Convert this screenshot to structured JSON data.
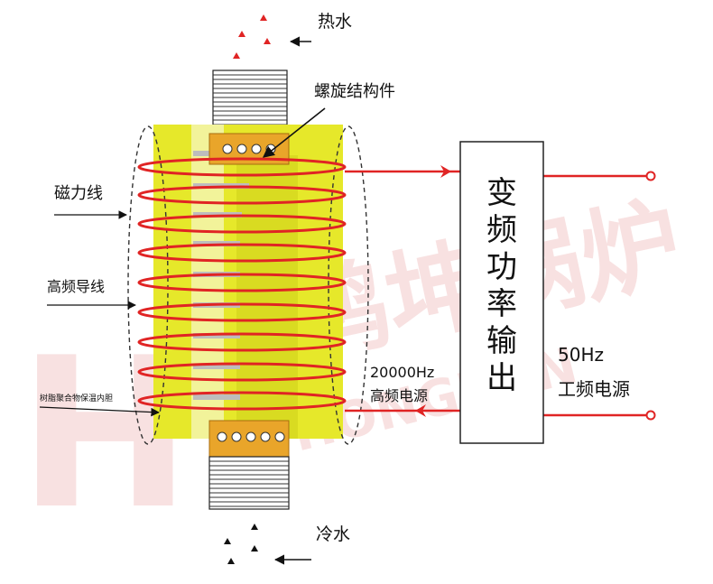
{
  "labels": {
    "hot_water": "热水",
    "cold_water": "冷水",
    "spiral_structure": "螺旋结构件",
    "magnetic_lines": "磁力线",
    "hf_wire": "高频导线",
    "resin_liner": "树脂聚合物保温内胆",
    "hf_power_freq": "20000Hz",
    "hf_power_text": "高频电源",
    "mains_freq": "50Hz",
    "mains_text": "工频电源",
    "converter_title": [
      "变",
      "频",
      "功",
      "率",
      "输",
      "出"
    ]
  },
  "watermark": {
    "text": "鸿坤锅炉",
    "latin": "HONGKUN"
  },
  "colors": {
    "yellow_body": "#e6e82a",
    "yellow_light": "#f2f39a",
    "coil_red": "#e02424",
    "plate": "#e9a52a",
    "watermark": "#f3c9c9"
  }
}
